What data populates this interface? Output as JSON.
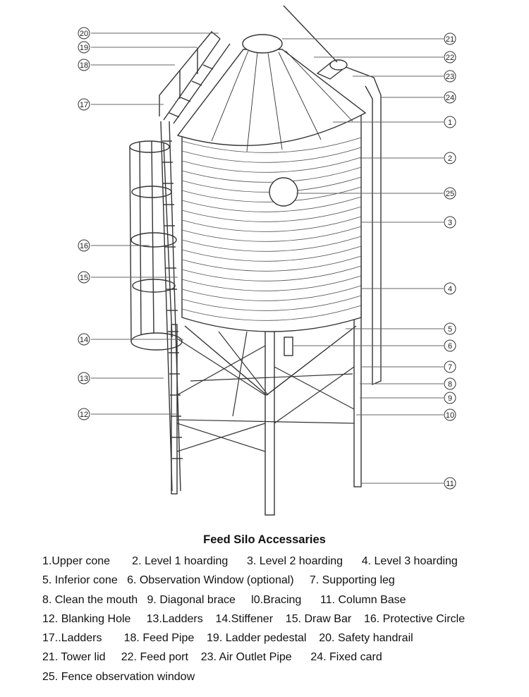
{
  "caption": "Feed Silo Accessaries",
  "callouts": {
    "c1": "1",
    "c2": "2",
    "c3": "3",
    "c4": "4",
    "c5": "5",
    "c6": "6",
    "c7": "7",
    "c8": "8",
    "c9": "9",
    "c10": "10",
    "c11": "11",
    "c12": "12",
    "c13": "13",
    "c14": "14",
    "c15": "15",
    "c16": "16",
    "c17": "17",
    "c18": "18",
    "c19": "19",
    "c20": "20",
    "c21": "21",
    "c22": "22",
    "c23": "23",
    "c24": "24",
    "c25": "25"
  },
  "legend": [
    "1.Upper cone       2. Level 1 hoarding      3. Level 2 hoarding      4. Level 3 hoarding",
    "5. Inferior cone   6. Observation Window (optional)     7. Supporting leg",
    "8. Clean the mouth   9. Diagonal brace     l0.Bracing      11. Column Base",
    "12. Blanking Hole     13.Ladders    14.Stiffener    15. Draw Bar    16. Protective Circle",
    "17..Ladders       18. Feed Pipe    19. Ladder pedestal    20. Safety handrail",
    "21. Tower lid     22. Feed port    23. Air Outlet Pipe      24. Fixed card",
    "25. Fence observation window"
  ]
}
